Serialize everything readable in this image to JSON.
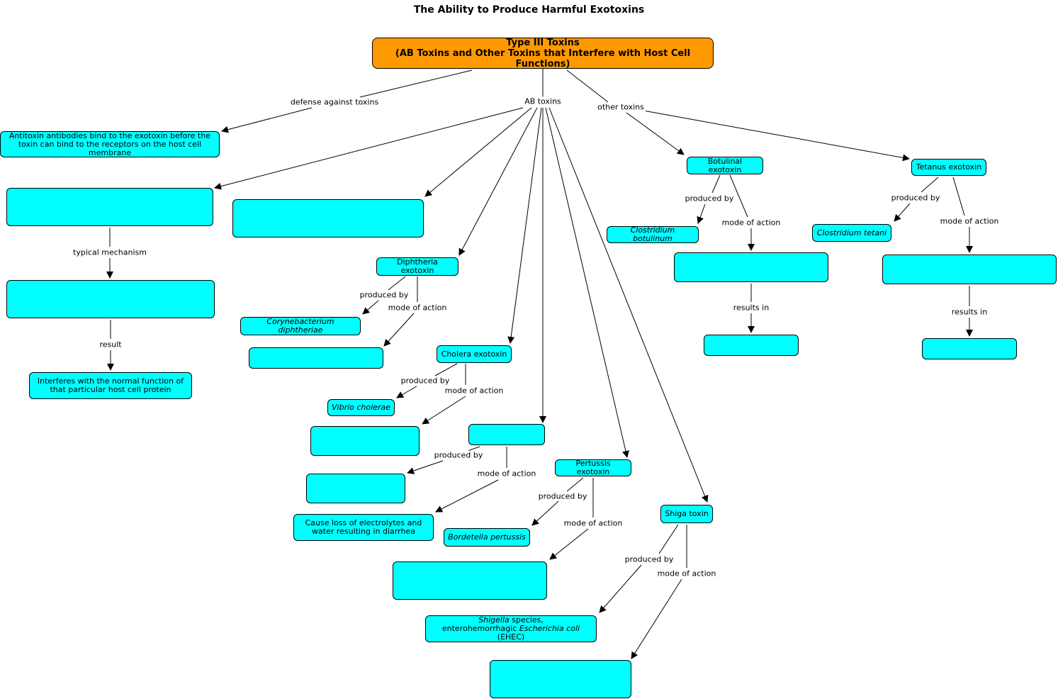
{
  "title": "The Ability to Produce Harmful Exotoxins",
  "root": {
    "line1": "Type III Toxins",
    "line2": "(AB Toxins and Other Toxins that Interfere with Host Cell Functions)"
  },
  "labels": {
    "defense": "defense against toxins",
    "ab_toxins": "AB toxins",
    "other_toxins": "other toxins",
    "typical_mechanism": "typical mechanism",
    "result": "result",
    "produced_by": "produced by",
    "mode_of_action": "mode of action",
    "results_in": "results in"
  },
  "nodes": {
    "antitoxin": "Antitoxin antibodies bind to the exotoxin before the toxin can bind to the receptors on the host cell membrane",
    "interferes": "Interferes with the normal function of that particular host cell protein",
    "diphtheria": "Diphtheria exotoxin",
    "corynebacterium": "Corynebacterium diphtheriae",
    "cholera": "Cholera exotoxin",
    "vibrio": "Vibrio cholerae",
    "electrolytes": "Cause loss of electrolytes and water resulting in diarrhea",
    "pertussis": "Pertussis exotoxin",
    "bordetella": "Bordetella pertussis",
    "shiga": "Shiga toxin",
    "shigella_italic": "Shigella",
    "shigella_rest": "species,",
    "ehec_line_start": "enterohemorrhagic",
    "ehec_italic": "Escherichia coli",
    "ehec_end": "(EHEC)",
    "botulinal": "Botulinal exotoxin",
    "clostridium_botulinum": "Clostridium botulinum",
    "tetanus": "Tetanus exotoxin",
    "clostridium_tetani": "Clostridium tetani"
  },
  "colors": {
    "root_fill": "#ff9900",
    "node_fill": "#00ffff",
    "stroke": "#000000"
  }
}
